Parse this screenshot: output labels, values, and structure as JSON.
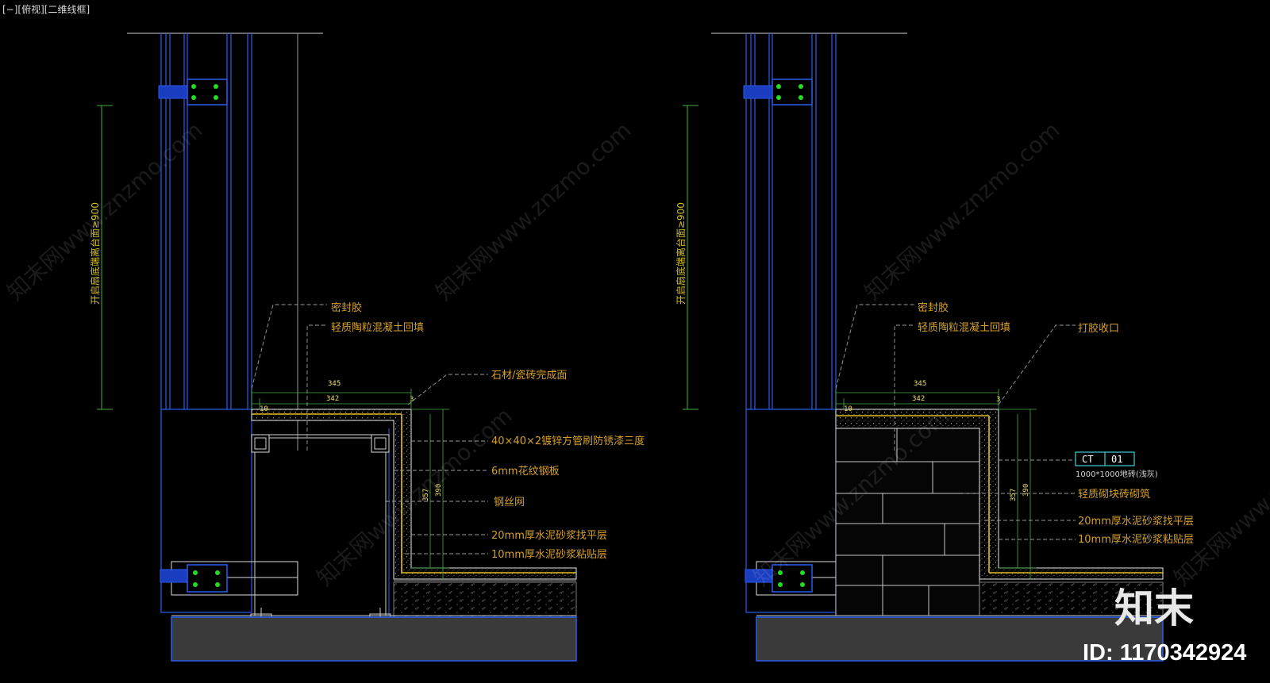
{
  "viewport_label": "[−][俯视][二维线框]",
  "colors": {
    "background": "#000000",
    "frame_line": "#2255ee",
    "annotation": "#d4a02a",
    "dimension": "#f0e060",
    "bolt": "#22dd22",
    "leader": "#9a9a9a"
  },
  "left_section": {
    "vertical_dimension": "开启扇底端离台面≥900",
    "dim_top_width": "345",
    "dim_inner_width": "342",
    "dim_left_small": "10",
    "dim_right_small": "3",
    "dim_height_inner": "357",
    "dim_height_outer": "390",
    "labels": {
      "sealant": "密封胶",
      "ceramsite_backfill": "轻质陶粒混凝土回填",
      "finish_surface": "石材/瓷砖完成面",
      "steel_tube": "40×40×2镀锌方管刷防锈漆三度",
      "checker_plate": "6mm花纹钢板",
      "wire_mesh": "钢丝网",
      "leveling_layer": "20mm厚水泥砂浆找平层",
      "bonding_layer": "10mm厚水泥砂浆粘贴层"
    }
  },
  "right_section": {
    "vertical_dimension": "开启扇底端离台面≥900",
    "dim_top_width": "345",
    "dim_inner_width": "342",
    "dim_left_small": "10",
    "dim_right_small": "3",
    "dim_height_inner": "357",
    "dim_height_outer": "390",
    "tag_code": "CT",
    "tag_number": "01",
    "tag_sub": "1000*1000地砖(浅灰)",
    "labels": {
      "sealant": "密封胶",
      "ceramsite_backfill": "轻质陶粒混凝土回填",
      "glue_closing": "打胶收口",
      "light_block": "轻质砌块砖砌筑",
      "leveling_layer": "20mm厚水泥砂浆找平层",
      "bonding_layer": "10mm厚水泥砂浆粘贴层"
    }
  },
  "watermark": "知末网www.znzmo.com",
  "brand_logo": "知末",
  "id_label": "ID: 1170342924"
}
